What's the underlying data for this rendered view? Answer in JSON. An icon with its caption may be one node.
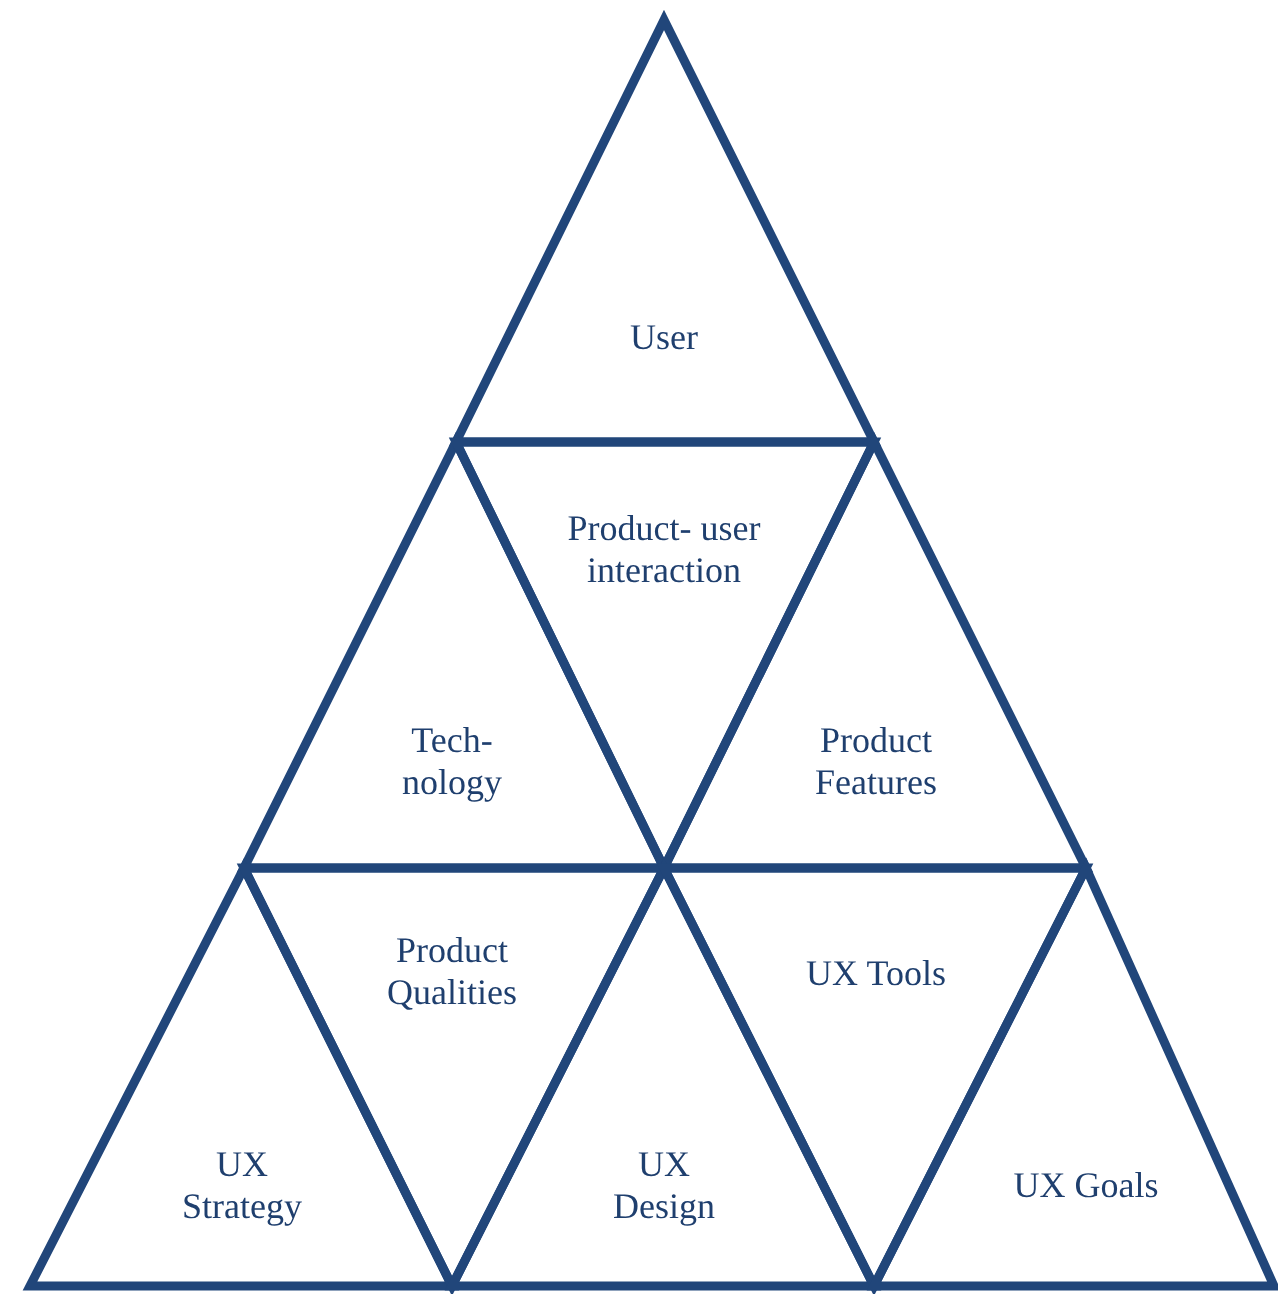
{
  "diagram": {
    "nodes": [
      {
        "text": [
          "User"
        ]
      },
      {
        "text": [
          "Tech- nology"
        ]
      },
      {
        "text": [
          "Product- user interaction"
        ]
      },
      {
        "text": [
          "Product Features"
        ]
      },
      {
        "text": [
          "UX Strategy"
        ]
      },
      {
        "text": [
          "Product Qualities"
        ]
      },
      {
        "text": [
          "UX Design"
        ]
      },
      {
        "text": [
          "UX Tools"
        ]
      },
      {
        "text": [
          "UX Goals"
        ]
      }
    ]
  }
}
